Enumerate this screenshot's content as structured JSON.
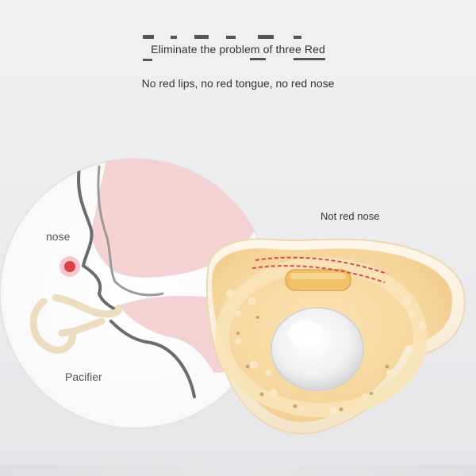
{
  "heading": {
    "title": "Eliminate the problem of three Red",
    "subtitle": "No red lips, no red tongue, no red nose"
  },
  "labels": {
    "not_red_nose": "Not red nose",
    "nose": "nose",
    "pacifier": "Pacifier"
  },
  "colors": {
    "background": "#eeeef0",
    "diagram_pink": "#f3cfd0",
    "nose_dot": "#e0404a",
    "pacifier_yellow": "#f4d39a",
    "pacifier_outline": "#e8cfa3",
    "dashed_line": "#d84a4a"
  }
}
